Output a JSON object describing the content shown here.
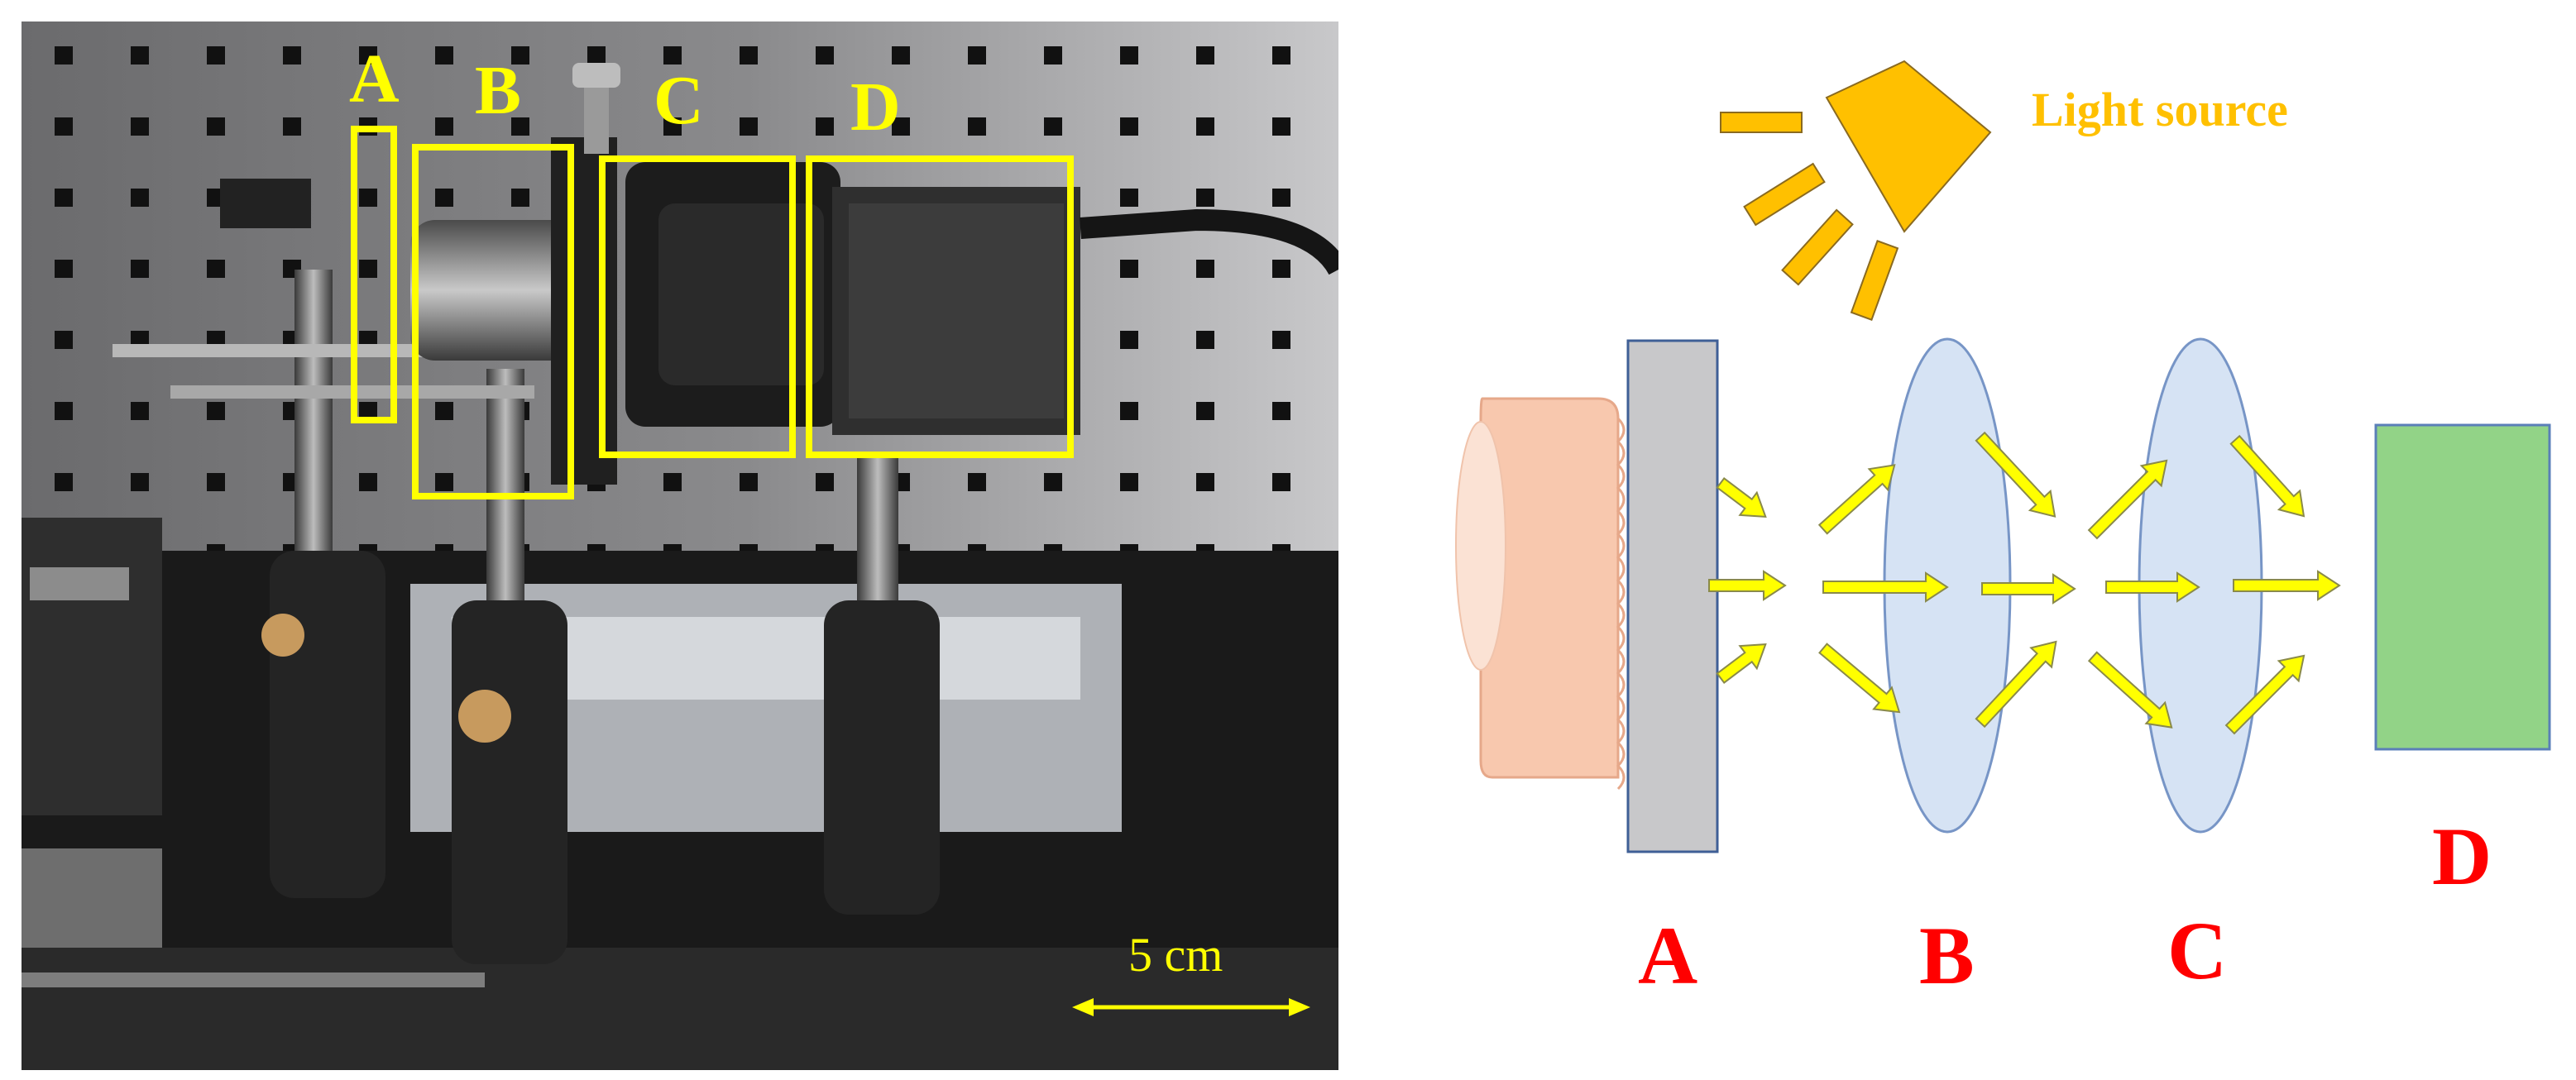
{
  "photo": {
    "labels": {
      "a": "A",
      "b": "B",
      "c": "C",
      "d": "D"
    },
    "scale_bar": {
      "text": "5 cm"
    }
  },
  "diagram": {
    "light_source": "Light source",
    "labels": {
      "a": "A",
      "b": "B",
      "c": "C",
      "d": "D"
    }
  },
  "colors": {
    "highlight_box": "#ffff00",
    "arrow_fill": "#ffff00",
    "arrow_stroke": "#8a8a4a",
    "finger": "#f8c8ae",
    "glass_plate": "#c8c8ca",
    "lens": "#d6e3f4",
    "sensor": "#92d387",
    "light": "#ffc000",
    "label_red": "#ff0000"
  }
}
